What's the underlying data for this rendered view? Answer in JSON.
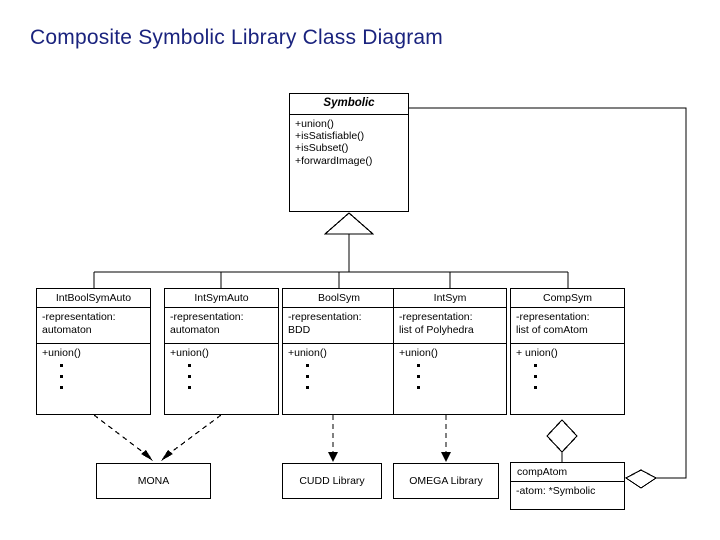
{
  "slide": {
    "title": "Composite Symbolic Library Class Diagram",
    "title_color": "#1a237e",
    "background": "#ffffff",
    "line_color": "#000000"
  },
  "base_class": {
    "name": "Symbolic",
    "stereotype": "abstract",
    "operations": [
      "+union()",
      "+isSatisfiable()",
      "+isSubset()",
      "+forwardImage()"
    ]
  },
  "subclasses": [
    {
      "name": "IntBoolSymAuto",
      "attributes": [
        "-representation:",
        "automaton"
      ],
      "operations": [
        "+union()"
      ],
      "ellipsis": "⋮"
    },
    {
      "name": "IntSymAuto",
      "attributes": [
        "-representation:",
        "automaton"
      ],
      "operations": [
        "+union()"
      ],
      "ellipsis": "⋮"
    },
    {
      "name": "BoolSym",
      "attributes": [
        "-representation:",
        "BDD"
      ],
      "operations": [
        "+union()"
      ],
      "ellipsis": "⋮"
    },
    {
      "name": "IntSym",
      "attributes": [
        "-representation:",
        "list of Polyhedra"
      ],
      "operations": [
        "+union()"
      ],
      "ellipsis": "⋮"
    },
    {
      "name": "CompSym",
      "attributes": [
        "-representation:",
        "list of comAtom"
      ],
      "operations": [
        "+ union()"
      ],
      "ellipsis": "⋮"
    }
  ],
  "libraries": [
    {
      "name": "MONA"
    },
    {
      "name": "CUDD Library"
    },
    {
      "name": "OMEGA Library"
    }
  ],
  "composite_atom": {
    "name": "compAtom",
    "attributes": [
      "-atom: *Symbolic"
    ]
  },
  "relations": {
    "generalization": "hollow-triangle-inheritance",
    "dependency": "dashed-arrow-realization",
    "aggregation_compsym_compatom": "hollow-diamond",
    "aggregation_compatom_symbolic": "hollow-diamond"
  }
}
